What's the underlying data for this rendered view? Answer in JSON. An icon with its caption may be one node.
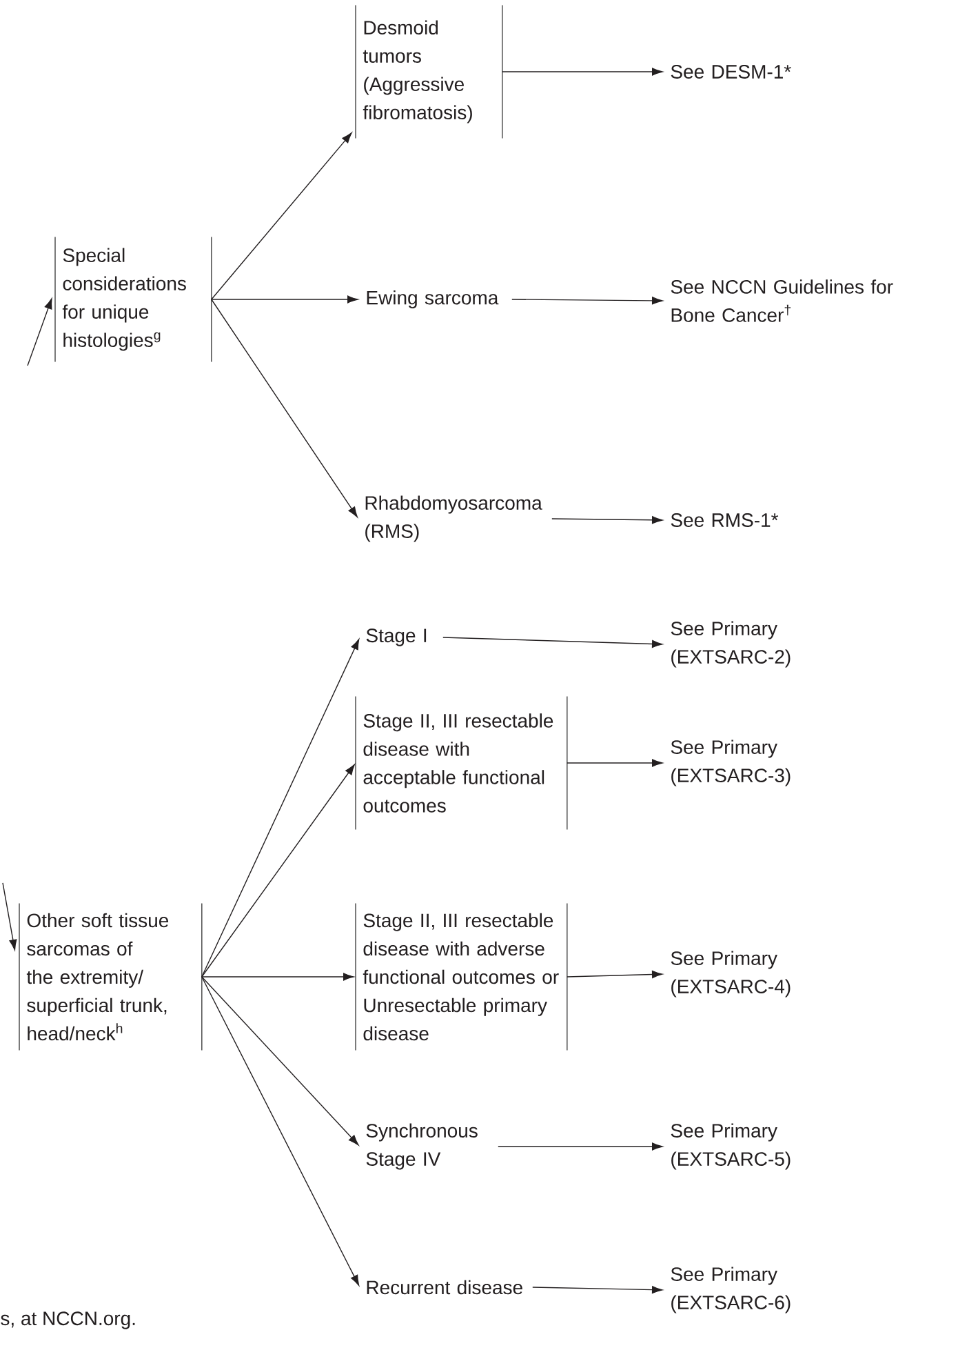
{
  "diagram": {
    "nodes": [
      {
        "text": [
          "Special considerations for unique histologies$^{g}$"
        ]
      },
      {
        "text": [
          "Desmoid tumors (Aggressive fibromatosis)"
        ]
      },
      {
        "text": [
          "See DESM-1*"
        ]
      },
      {
        "text": [
          "Ewing sarcoma"
        ]
      },
      {
        "text": [
          "See NCCN Guidelines for Bone Cancer$^{†}$"
        ]
      },
      {
        "text": [
          "Rhabdomyosarcoma (RMS)"
        ]
      },
      {
        "text": [
          "See RMS-1*"
        ]
      },
      {
        "text": [
          "Other soft tissue sarcomas of the extremity/ superficial trunk, head/neck$^{h}$"
        ]
      },
      {
        "text": [
          "Stage I"
        ]
      },
      {
        "text": [
          "See Primary (EXTSARC-2)"
        ]
      },
      {
        "text": [
          "Stage II, III resectable disease with acceptable functional outcomes"
        ]
      },
      {
        "text": [
          "See Primary (EXTSARC-3)"
        ]
      },
      {
        "text": [
          "Stage II, III resectable disease with adverse functional outcomes or Unresectable primary disease"
        ]
      },
      {
        "text": [
          "See Primary (EXTSARC-4)"
        ]
      },
      {
        "text": [
          "Synchronous Stage IV"
        ]
      },
      {
        "text": [
          "See Primary (EXTSARC-5)"
        ]
      },
      {
        "text": [
          "Recurrent disease"
        ]
      },
      {
        "text": [
          "See Primary (EXTSARC-6)"
        ]
      }
    ],
    "edges": [
      {
        "from": null,
        "to": 0,
        "arrow": "to"
      },
      {
        "from": 0,
        "to": 1,
        "arrow": "to"
      },
      {
        "from": 0,
        "to": 3,
        "arrow": "to"
      },
      {
        "from": 0,
        "to": 5,
        "arrow": "to"
      },
      {
        "from": 1,
        "to": 2,
        "arrow": "to"
      },
      {
        "from": 3,
        "to": 4,
        "arrow": "to"
      },
      {
        "from": 5,
        "to": 6,
        "arrow": "to"
      },
      {
        "from": null,
        "to": 7,
        "arrow": "to"
      },
      {
        "from": 7,
        "to": 8,
        "arrow": "to"
      },
      {
        "from": 7,
        "to": 10,
        "arrow": "to"
      },
      {
        "from": 7,
        "to": 12,
        "arrow": "to"
      },
      {
        "from": 7,
        "to": 14,
        "arrow": "to"
      },
      {
        "from": 7,
        "to": 16,
        "arrow": "to"
      },
      {
        "from": 8,
        "to": 9,
        "arrow": "to"
      },
      {
        "from": 10,
        "to": 11,
        "arrow": "to"
      },
      {
        "from": 12,
        "to": 13,
        "arrow": "to"
      },
      {
        "from": 14,
        "to": 15,
        "arrow": "to"
      },
      {
        "from": 16,
        "to": 17,
        "arrow": "to"
      }
    ],
    "labels": [
      "s, at NCCN.org."
    ]
  }
}
